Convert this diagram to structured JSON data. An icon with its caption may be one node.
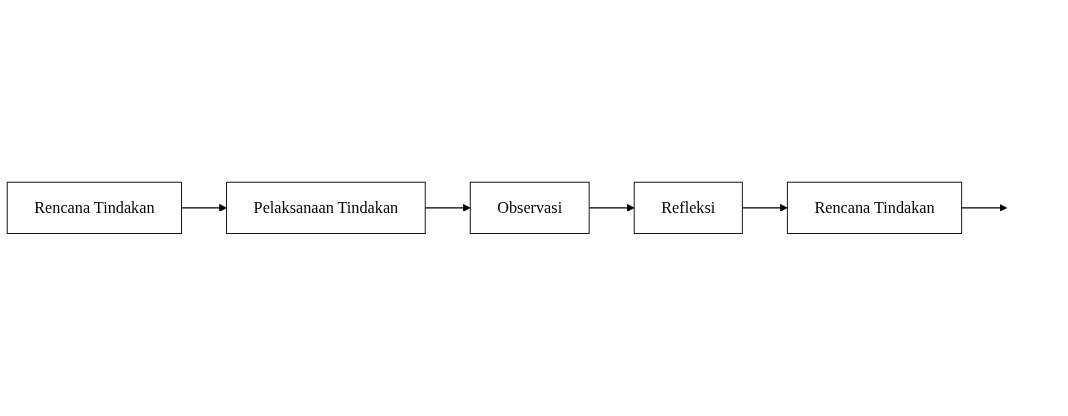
{
  "diagram": {
    "nodes": [
      {
        "text": [
          "Rencana Tindakan"
        ]
      },
      {
        "text": [
          "Refleksi"
        ]
      },
      {
        "text": [
          "Observasi"
        ]
      },
      {
        "text": [
          "Pelaksanaan Tindakan"
        ]
      },
      {
        "text": [
          "Rencana Tindakan"
        ]
      }
    ],
    "edges": [
      {
        "from": 0,
        "to": 3,
        "arrow": "to"
      },
      {
        "from": 3,
        "to": 2,
        "arrow": "to"
      },
      {
        "from": 2,
        "to": 1,
        "arrow": "to"
      },
      {
        "from": 1,
        "to": 4,
        "arrow": "to"
      },
      {
        "from": 4,
        "to": null,
        "arrow": "to"
      }
    ]
  }
}
